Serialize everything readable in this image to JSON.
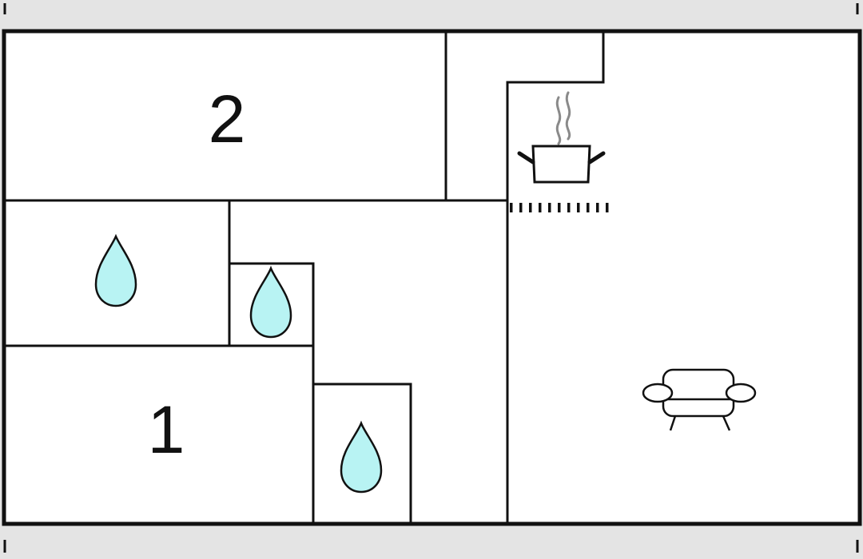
{
  "floor_plan": {
    "rooms": [
      {
        "id": "bedroom-2",
        "label": "2",
        "type": "bedroom"
      },
      {
        "id": "bedroom-1",
        "label": "1",
        "type": "bedroom"
      },
      {
        "id": "bathroom-a",
        "label": "",
        "type": "bathroom"
      },
      {
        "id": "bathroom-b",
        "label": "",
        "type": "bathroom"
      },
      {
        "id": "bathroom-c",
        "label": "",
        "type": "bathroom"
      },
      {
        "id": "hallway",
        "label": "",
        "type": "hallway"
      },
      {
        "id": "kitchen-living",
        "label": "",
        "type": "kitchen-living"
      }
    ],
    "icons": [
      "water-drop-icon",
      "water-drop-icon",
      "water-drop-icon",
      "cooking-pot-icon",
      "armchair-icon"
    ],
    "colors": {
      "wall": "#111111",
      "water": "#b8f3f3",
      "page_background": "#e4e4e4",
      "plan_background": "#ffffff",
      "steam": "#8a8a8a"
    }
  }
}
